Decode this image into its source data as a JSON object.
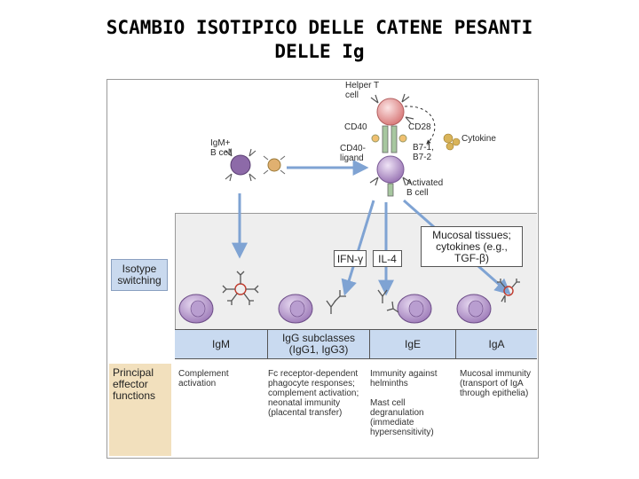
{
  "slide": {
    "title_line1": "SCAMBIO ISOTIPICO DELLE CATENE PESANTI",
    "title_line2": "DELLE Ig"
  },
  "diagram": {
    "helper_cell": "Helper T cell",
    "cd40": "CD40",
    "cd28": "CD28",
    "cd40_ligand": "CD40-ligand",
    "b7": "B7-1, B7-2",
    "cytokine": "Cytokine",
    "igm_b_cell": "IgM+ B cell",
    "activated_b_cell": "Activated B cell",
    "isotype_switching": "Isotype switching",
    "cytokines": {
      "ifn": "IFN-γ",
      "il4": "IL-4",
      "mucosal": "Mucosal tissues; cytokines (e.g., TGF-β)"
    },
    "isotypes": [
      {
        "label": "IgM"
      },
      {
        "label": "IgG subclasses (IgG1, IgG3)"
      },
      {
        "label": "IgE"
      },
      {
        "label": "IgA"
      }
    ],
    "effector_title": "Principal effector functions",
    "functions": [
      "Complement activation",
      "Fc receptor-dependent phagocyte responses; complement activation; neonatal immunity (placental transfer)",
      "Immunity against helminths\n\nMast cell degranulation (immediate hypersensitivity)",
      "Mucosal immunity (transport of IgA through epithelia)"
    ],
    "colors": {
      "t_cell": "#e59a9a",
      "b_cell": "#b79bc9",
      "band_blue": "#c9daf0",
      "effector_tan": "#f2e0bd",
      "arrow_blue": "#8fb0d8",
      "cytokine_gold": "#d9b45a"
    }
  }
}
